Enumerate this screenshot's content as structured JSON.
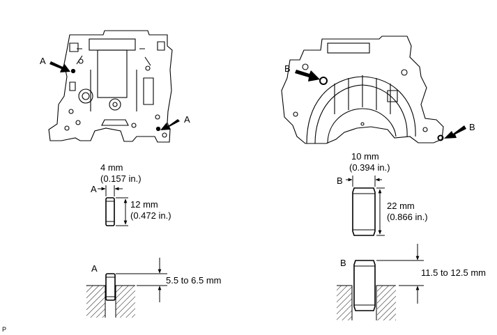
{
  "callouts": {
    "a": "A",
    "b": "B"
  },
  "pin_a": {
    "diameter_mm": "4 mm",
    "diameter_in": "(0.157 in.)",
    "length_mm": "12 mm",
    "length_in": "(0.472 in.)",
    "protrusion": "5.5 to 6.5 mm"
  },
  "pin_b": {
    "diameter_mm": "10 mm",
    "diameter_in": "(0.394 in.)",
    "length_mm": "22 mm",
    "length_in": "(0.866 in.)",
    "protrusion": "11.5 to 12.5 mm"
  },
  "footer_code": "P"
}
